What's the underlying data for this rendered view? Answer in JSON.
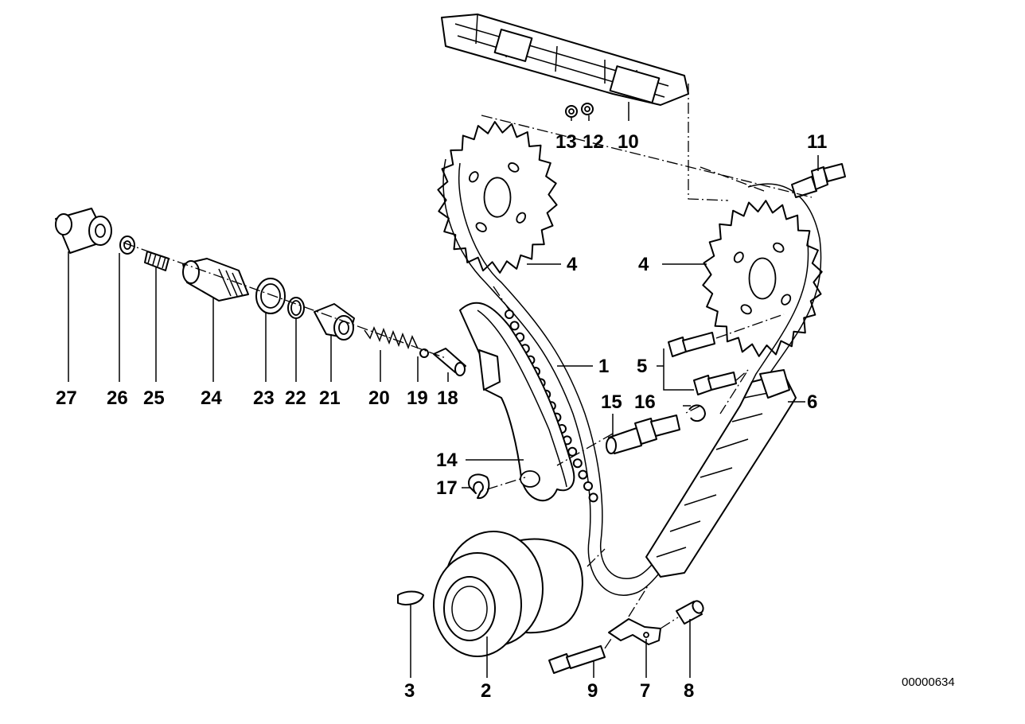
{
  "diagram": {
    "reference_number": "00000634",
    "callouts": [
      {
        "id": "c1",
        "label": "1"
      },
      {
        "id": "c2",
        "label": "2"
      },
      {
        "id": "c3",
        "label": "3"
      },
      {
        "id": "c4a",
        "label": "4"
      },
      {
        "id": "c4b",
        "label": "4"
      },
      {
        "id": "c5",
        "label": "5"
      },
      {
        "id": "c6",
        "label": "6"
      },
      {
        "id": "c7",
        "label": "7"
      },
      {
        "id": "c8",
        "label": "8"
      },
      {
        "id": "c9",
        "label": "9"
      },
      {
        "id": "c10",
        "label": "10"
      },
      {
        "id": "c11",
        "label": "11"
      },
      {
        "id": "c12",
        "label": "12"
      },
      {
        "id": "c13",
        "label": "13"
      },
      {
        "id": "c14",
        "label": "14"
      },
      {
        "id": "c15",
        "label": "15"
      },
      {
        "id": "c16",
        "label": "16"
      },
      {
        "id": "c17",
        "label": "17"
      },
      {
        "id": "c18",
        "label": "18"
      },
      {
        "id": "c19",
        "label": "19"
      },
      {
        "id": "c20",
        "label": "20"
      },
      {
        "id": "c21",
        "label": "21"
      },
      {
        "id": "c22",
        "label": "22"
      },
      {
        "id": "c23",
        "label": "23"
      },
      {
        "id": "c24",
        "label": "24"
      },
      {
        "id": "c25",
        "label": "25"
      },
      {
        "id": "c26",
        "label": "26"
      },
      {
        "id": "c27",
        "label": "27"
      }
    ]
  }
}
